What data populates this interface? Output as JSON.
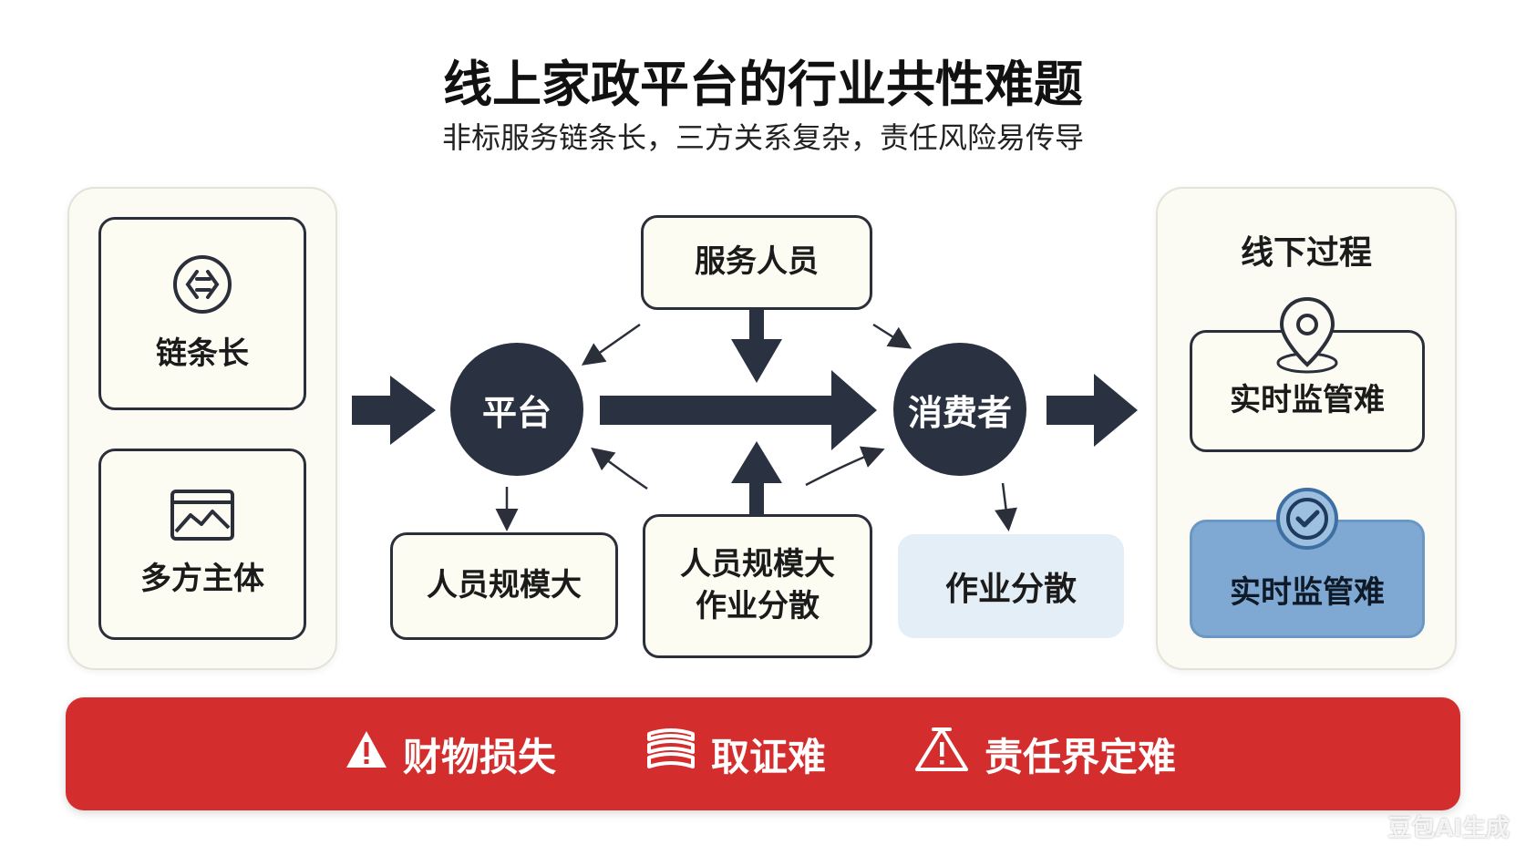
{
  "title": "线上家政平台的行业共性难题",
  "subtitle": "非标服务链条长，三方关系复杂，责任风险易传导",
  "left_panel": {
    "cards": [
      {
        "label": "链条长",
        "icon": "chain-link-icon"
      },
      {
        "label": "多方主体",
        "icon": "image-frame-icon"
      }
    ]
  },
  "center": {
    "platform": "平台",
    "consumer": "消费者",
    "service_staff": "服务人员",
    "box_bottom_left": "人员规模大",
    "box_bottom_center": [
      "人员规模大",
      "作业分散"
    ],
    "box_bottom_right": "作业分散"
  },
  "right_panel": {
    "heading": "线下过程",
    "card_top": {
      "label": "实时监管难",
      "icon": "location-pin-icon"
    },
    "card_bottom": {
      "label": "实时监管难",
      "icon": "check-badge-icon"
    }
  },
  "banner": {
    "items": [
      {
        "label": "财物损失",
        "icon": "warning-triangle-icon"
      },
      {
        "label": "取证难",
        "icon": "document-stack-icon"
      },
      {
        "label": "责任界定难",
        "icon": "alert-triangle-outline-icon"
      }
    ]
  },
  "watermark": "豆包AI生成",
  "colors": {
    "dark_node": "#2a3140",
    "banner_red": "#d42d2d",
    "accent_blue": "#7fa9d3",
    "light_blue": "#e3eef7"
  }
}
